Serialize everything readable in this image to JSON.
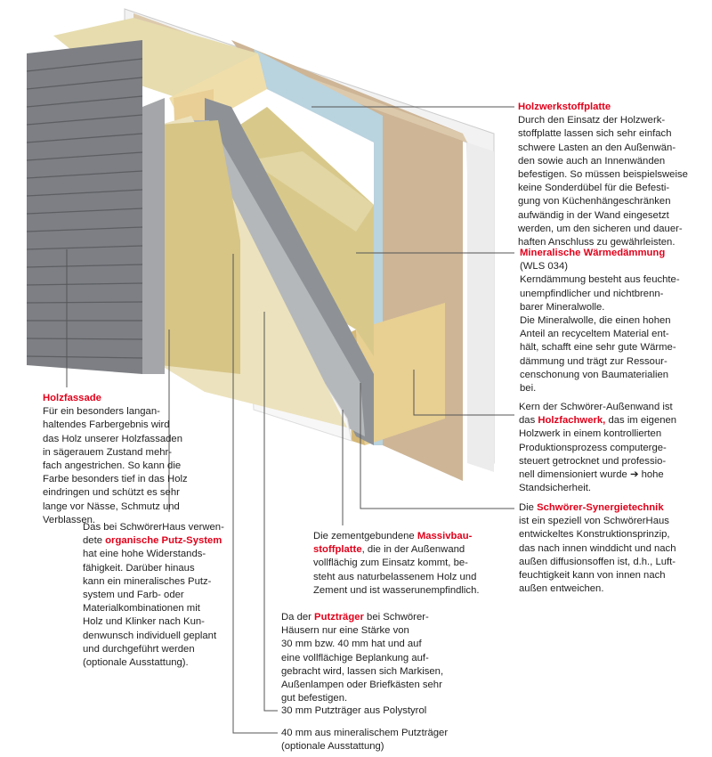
{
  "callouts": {
    "holzwerkstoffplatte": {
      "title": "Holzwerkstoffplatte",
      "lines": [
        "Durch den Einsatz der Holzwerk-",
        "stoffplatte lassen sich sehr einfach",
        "schwere Lasten an den Außenwän-",
        "den sowie auch an Innenwänden",
        "befestigen. So müssen beispielsweise",
        "keine Sonderdübel für die Befesti-",
        "gung von Küchenhängeschränken",
        "aufwändig in der Wand eingesetzt",
        "werden, um den sicheren und dauer-",
        "haften Anschluss zu gewährleisten."
      ]
    },
    "waermedaemmung": {
      "title": "Mineralische Wärmedämmung",
      "lines": [
        "(WLS 034)",
        "Kerndämmung besteht aus feuchte-",
        "unempfindlicher und nichtbrenn-",
        "barer Mineralwolle.",
        "Die Mineralwolle, die einen hohen",
        "Anteil an recyceltem Material ent-",
        "hält, schafft eine sehr gute Wärme-",
        "dämmung und trägt zur Ressour-",
        "censchonung von Baumaterialien",
        "bei."
      ]
    },
    "holzfachwerk": {
      "pre": "Kern der Schwörer-Außenwand ist",
      "lead": "das ",
      "highlight": "Holzfachwerk,",
      "post": " das im eigenen",
      "lines": [
        "Holzwerk in einem kontrollierten",
        "Produktionsprozess computerge-",
        "steuert getrocknet und professio-"
      ],
      "last_pre": "nell dimensioniert wurde ",
      "arrow": "➔",
      "last_post": " hohe",
      "final": "Standsicherheit."
    },
    "synergietechnik": {
      "lead": "Die ",
      "highlight": "Schwörer-Synergietechnik",
      "lines": [
        "ist ein speziell von SchwörerHaus",
        "entwickeltes Konstruktionsprinzip,",
        "das nach innen winddicht und nach",
        "außen diffusionsoffen ist, d.h., Luft-",
        "feuchtigkeit kann von innen nach",
        "außen entweichen."
      ]
    },
    "holzfassade": {
      "title": "Holzfassade",
      "lines": [
        "Für ein besonders langan-",
        "haltendes Farbergebnis wird",
        "das Holz unserer Holzfassaden",
        "in sägerauem Zustand mehr-",
        "fach angestrichen. So kann die",
        "Farbe besonders tief in das Holz",
        "eindringen und schützt es sehr",
        "lange vor Nässe, Schmutz und",
        "Verblassen."
      ]
    },
    "putzsystem": {
      "pre": "Das bei SchwörerHaus verwen-",
      "lead": "dete ",
      "highlight": "organische Putz-System",
      "lines": [
        "hat eine hohe Widerstands-",
        "fähigkeit. Darüber hinaus",
        "kann ein mineralisches Putz-",
        "system und Farb- oder",
        "Materialkombinationen mit",
        "Holz und Klinker nach Kun-",
        "denwunsch individuell geplant",
        "und durchgeführt werden",
        "(optionale Ausstattung)."
      ]
    },
    "massivbaustoffplatte": {
      "lead": "Die zementgebundene ",
      "highlight1": "Massivbau-",
      "highlight2": "stoffplatte",
      "post": ", die in der Außenwand",
      "lines": [
        "vollflächig zum Einsatz kommt, be-",
        "steht aus naturbelassenem Holz und",
        "Zement und ist wasserunempfindlich."
      ]
    },
    "putztraeger": {
      "lead": "Da der ",
      "highlight": "Putzträger",
      "post": " bei Schwörer-",
      "lines": [
        "Häusern nur eine Stärke von",
        "30 mm bzw. 40 mm hat und auf",
        "eine vollflächige Beplankung auf-",
        "gebracht wird, lassen sich Markisen,",
        "Außenlampen oder Briefkästen sehr",
        "gut befestigen."
      ]
    },
    "polystyrol": {
      "text": "30 mm Putzträger aus Polystyrol"
    },
    "mineralisch": {
      "lines": [
        "40 mm aus mineralischem Putzträger",
        "(optionale Ausstattung)"
      ]
    }
  },
  "colors": {
    "accent": "#e2001a",
    "insulation": "#d9c98f",
    "wood": "#e8d29a",
    "fibreboard": "#cdb596",
    "membrane": "#b9d3df",
    "siding": "#7d7f84"
  }
}
